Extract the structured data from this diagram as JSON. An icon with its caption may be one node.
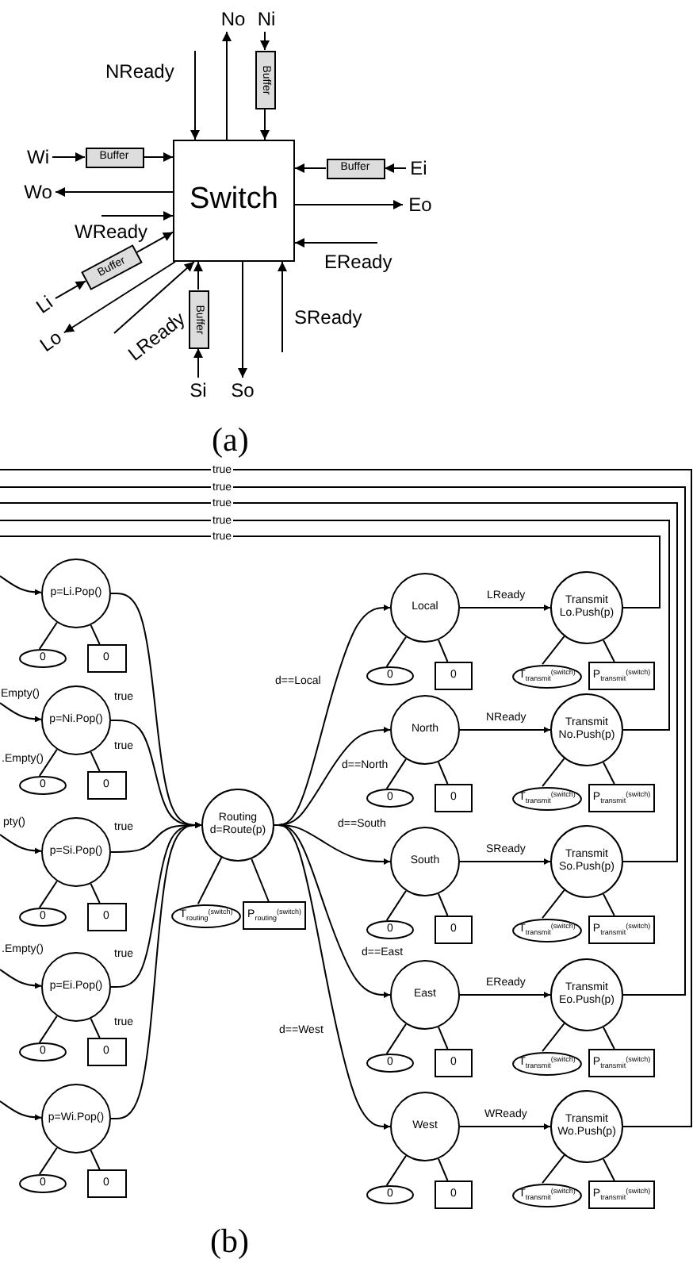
{
  "diagram": {
    "nodes": [
      {
        "text": [
          "No"
        ]
      },
      {
        "text": [
          "Ni"
        ]
      },
      {
        "text": [
          "Buffer"
        ]
      },
      {
        "text": [
          "Wi"
        ]
      },
      {
        "text": [
          "Buffer"
        ]
      },
      {
        "text": [
          "Buffer"
        ]
      },
      {
        "text": [
          "Ei"
        ]
      },
      {
        "text": [
          "Wo"
        ]
      },
      {
        "text": [
          "Switch"
        ]
      },
      {
        "text": [
          "Eo"
        ]
      },
      {
        "text": [
          "Buffer"
        ]
      },
      {
        "text": [
          "Li"
        ]
      },
      {
        "text": [
          "Buffer"
        ]
      },
      {
        "text": [
          "Lo"
        ]
      },
      {
        "text": [
          "Si"
        ]
      },
      {
        "text": [
          "So"
        ]
      },
      {
        "text": [
          "p=Li.Pop()"
        ]
      },
      {
        "text": [
          "0"
        ]
      },
      {
        "text": [
          "0"
        ]
      },
      {
        "text": [
          "p=Ni.Pop()"
        ]
      },
      {
        "text": [
          "0"
        ]
      },
      {
        "text": [
          "0"
        ]
      },
      {
        "text": [
          "p=Si.Pop()"
        ]
      },
      {
        "text": [
          "0"
        ]
      },
      {
        "text": [
          "0"
        ]
      },
      {
        "text": [
          "p=Ei.Pop()"
        ]
      },
      {
        "text": [
          "0"
        ]
      },
      {
        "text": [
          "0"
        ]
      },
      {
        "text": [
          "p=Wi.Pop()"
        ]
      },
      {
        "text": [
          "0"
        ]
      },
      {
        "text": [
          "0"
        ]
      },
      {
        "text": [
          "Routing d=Route(p)"
        ]
      },
      {
        "text": [
          "T$_{routing}$$^{(switch)}$"
        ]
      },
      {
        "text": [
          "P$_{routing}$$^{(switch)}$"
        ]
      },
      {
        "text": [
          "Local"
        ]
      },
      {
        "text": [
          "0"
        ]
      },
      {
        "text": [
          "0"
        ]
      },
      {
        "text": [
          "Transmit Lo.Push(p)"
        ]
      },
      {
        "text": [
          "T$_{transmit}$$^{(switch)}$"
        ]
      },
      {
        "text": [
          "P$_{transmit}$$^{(switch)}$"
        ]
      },
      {
        "text": [
          "North"
        ]
      },
      {
        "text": [
          "0"
        ]
      },
      {
        "text": [
          "0"
        ]
      },
      {
        "text": [
          "Transmit No.Push(p)"
        ]
      },
      {
        "text": [
          "T$_{transmit}$$^{(switch)}$"
        ]
      },
      {
        "text": [
          "P$_{transmit}$$^{(switch)}$"
        ]
      },
      {
        "text": [
          "South"
        ]
      },
      {
        "text": [
          "0"
        ]
      },
      {
        "text": [
          "0"
        ]
      },
      {
        "text": [
          "Transmit So.Push(p)"
        ]
      },
      {
        "text": [
          "T$_{transmit}$$^{(switch)}$"
        ]
      },
      {
        "text": [
          "P$_{transmit}$$^{(switch)}$"
        ]
      },
      {
        "text": [
          "East"
        ]
      },
      {
        "text": [
          "0"
        ]
      },
      {
        "text": [
          "0"
        ]
      },
      {
        "text": [
          "Transmit Eo.Push(p)"
        ]
      },
      {
        "text": [
          "T$_{transmit}$$^{(switch)}$"
        ]
      },
      {
        "text": [
          "P$_{transmit}$$^{(switch)}$"
        ]
      },
      {
        "text": [
          "West"
        ]
      },
      {
        "text": [
          "0"
        ]
      },
      {
        "text": [
          "0"
        ]
      },
      {
        "text": [
          "Transmit Wo.Push(p)"
        ]
      },
      {
        "text": [
          "T$_{transmit}$$^{(switch)}$"
        ]
      },
      {
        "text": [
          "P$_{transmit}$$^{(switch)}$"
        ]
      }
    ],
    "edges": [
      {
        "from": 8,
        "to": 0,
        "arrow": "to"
      },
      {
        "from": 1,
        "to": 2,
        "arrow": "to"
      },
      {
        "from": 2,
        "to": 8,
        "arrow": "to"
      },
      {
        "from": null,
        "to": 8,
        "arrow": "to",
        "label": "NReady"
      },
      {
        "from": 3,
        "to": 4,
        "arrow": "to"
      },
      {
        "from": 4,
        "to": 8,
        "arrow": "to"
      },
      {
        "from": 8,
        "to": 7,
        "arrow": "to"
      },
      {
        "from": null,
        "to": 8,
        "arrow": "to",
        "label": "WReady"
      },
      {
        "from": 6,
        "to": 5,
        "arrow": "to"
      },
      {
        "from": 5,
        "to": 8,
        "arrow": "to"
      },
      {
        "from": 8,
        "to": 9,
        "arrow": "to"
      },
      {
        "from": null,
        "to": 8,
        "arrow": "to",
        "label": "EReady"
      },
      {
        "from": 11,
        "to": 10,
        "arrow": "to"
      },
      {
        "from": 10,
        "to": 8,
        "arrow": "to"
      },
      {
        "from": 8,
        "to": 13,
        "arrow": "to"
      },
      {
        "from": null,
        "to": 8,
        "arrow": "to",
        "label": "LReady"
      },
      {
        "from": 14,
        "to": 12,
        "arrow": "to"
      },
      {
        "from": 12,
        "to": 8,
        "arrow": "to"
      },
      {
        "from": 8,
        "to": 15,
        "arrow": "to"
      },
      {
        "from": null,
        "to": 8,
        "arrow": "to",
        "label": "SReady"
      },
      {
        "from": null,
        "to": 16,
        "arrow": "to"
      },
      {
        "from": null,
        "to": 19,
        "arrow": "to",
        "label": "Empty()"
      },
      {
        "from": null,
        "to": 22,
        "arrow": "to",
        "label": "pty()"
      },
      {
        "from": null,
        "to": 25,
        "arrow": "to",
        "label": ".Empty()"
      },
      {
        "from": null,
        "to": 28,
        "arrow": "to"
      },
      {
        "from": 16,
        "to": 31,
        "arrow": "to",
        "label": "true"
      },
      {
        "from": 19,
        "to": 31,
        "arrow": "to",
        "label": "true"
      },
      {
        "from": 22,
        "to": 31,
        "arrow": "to",
        "label": "true"
      },
      {
        "from": 25,
        "to": 31,
        "arrow": "to",
        "label": "true"
      },
      {
        "from": 28,
        "to": 31,
        "arrow": "to",
        "label": "true"
      },
      {
        "from": 31,
        "to": 34,
        "arrow": "to",
        "label": "d==Local"
      },
      {
        "from": 31,
        "to": 40,
        "arrow": "to",
        "label": "d==North"
      },
      {
        "from": 31,
        "to": 46,
        "arrow": "to",
        "label": "d==South"
      },
      {
        "from": 31,
        "to": 52,
        "arrow": "to",
        "label": "d==East"
      },
      {
        "from": 31,
        "to": 58,
        "arrow": "to",
        "label": "d==West"
      },
      {
        "from": 34,
        "to": 37,
        "arrow": "to",
        "label": "LReady"
      },
      {
        "from": 40,
        "to": 43,
        "arrow": "to",
        "label": "NReady"
      },
      {
        "from": 46,
        "to": 49,
        "arrow": "to",
        "label": "SReady"
      },
      {
        "from": 52,
        "to": 55,
        "arrow": "to",
        "label": "EReady"
      },
      {
        "from": 58,
        "to": 61,
        "arrow": "to",
        "label": "WReady"
      },
      {
        "from": 37,
        "to": null,
        "arrow": "none",
        "label": "true"
      },
      {
        "from": 43,
        "to": null,
        "arrow": "none",
        "label": "true"
      },
      {
        "from": 49,
        "to": null,
        "arrow": "none",
        "label": "true"
      },
      {
        "from": 55,
        "to": null,
        "arrow": "none",
        "label": "true"
      },
      {
        "from": 61,
        "to": null,
        "arrow": "none",
        "label": "true"
      },
      {
        "from": 16,
        "to": 17,
        "arrow": "none"
      },
      {
        "from": 16,
        "to": 18,
        "arrow": "none"
      },
      {
        "from": 19,
        "to": 20,
        "arrow": "none"
      },
      {
        "from": 19,
        "to": 21,
        "arrow": "none"
      },
      {
        "from": 22,
        "to": 23,
        "arrow": "none"
      },
      {
        "from": 22,
        "to": 24,
        "arrow": "none"
      },
      {
        "from": 25,
        "to": 26,
        "arrow": "none"
      },
      {
        "from": 25,
        "to": 27,
        "arrow": "none"
      },
      {
        "from": 28,
        "to": 29,
        "arrow": "none"
      },
      {
        "from": 28,
        "to": 30,
        "arrow": "none"
      },
      {
        "from": 31,
        "to": 32,
        "arrow": "none"
      },
      {
        "from": 31,
        "to": 33,
        "arrow": "none"
      },
      {
        "from": 34,
        "to": 35,
        "arrow": "none"
      },
      {
        "from": 34,
        "to": 36,
        "arrow": "none"
      },
      {
        "from": 37,
        "to": 38,
        "arrow": "none"
      },
      {
        "from": 37,
        "to": 39,
        "arrow": "none"
      },
      {
        "from": 40,
        "to": 41,
        "arrow": "none"
      },
      {
        "from": 40,
        "to": 42,
        "arrow": "none"
      },
      {
        "from": 43,
        "to": 44,
        "arrow": "none"
      },
      {
        "from": 43,
        "to": 45,
        "arrow": "none"
      },
      {
        "from": 46,
        "to": 47,
        "arrow": "none"
      },
      {
        "from": 46,
        "to": 48,
        "arrow": "none"
      },
      {
        "from": 49,
        "to": 50,
        "arrow": "none"
      },
      {
        "from": 49,
        "to": 51,
        "arrow": "none"
      },
      {
        "from": 52,
        "to": 53,
        "arrow": "none"
      },
      {
        "from": 52,
        "to": 54,
        "arrow": "none"
      },
      {
        "from": 55,
        "to": 56,
        "arrow": "none"
      },
      {
        "from": 55,
        "to": 57,
        "arrow": "none"
      },
      {
        "from": 58,
        "to": 59,
        "arrow": "none"
      },
      {
        "from": 58,
        "to": 60,
        "arrow": "none"
      },
      {
        "from": 61,
        "to": 62,
        "arrow": "none"
      },
      {
        "from": 61,
        "to": 63,
        "arrow": "none"
      }
    ],
    "labels": [
      "(a)",
      ".Empty()",
      "(b)"
    ]
  }
}
